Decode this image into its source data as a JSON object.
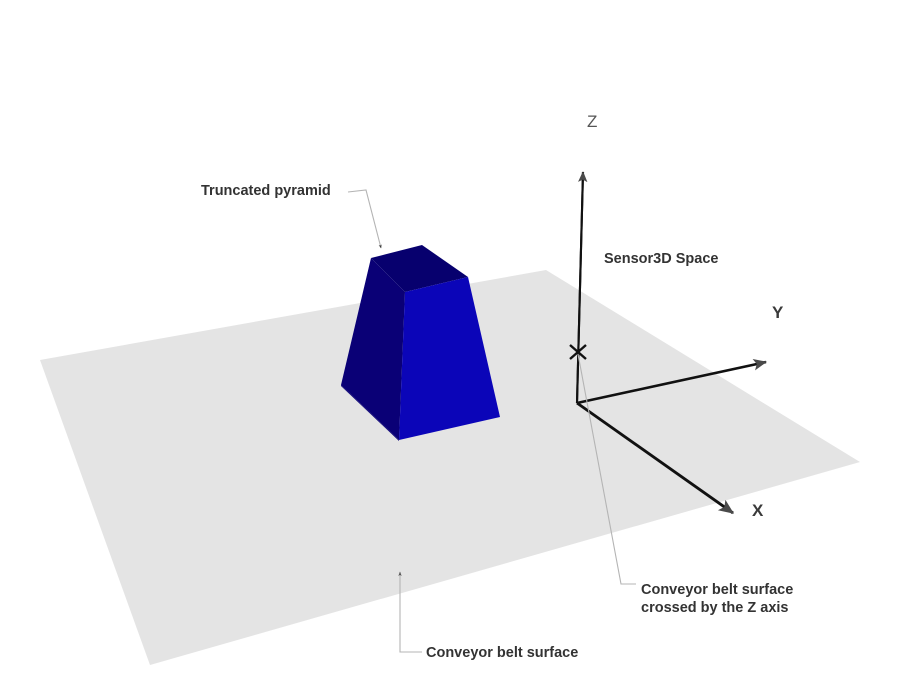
{
  "diagram": {
    "title": "Sensor3D Space",
    "background_color": "#ffffff",
    "space_label": "Sensor3D Space",
    "axes": [
      {
        "name": "z-axis",
        "label": "Z",
        "bold": false
      },
      {
        "name": "y-axis",
        "label": "Y",
        "bold": true
      },
      {
        "name": "x-axis",
        "label": "X",
        "bold": true
      }
    ],
    "callouts": [
      {
        "name": "truncated-pyramid",
        "text": "Truncated pyramid",
        "lines": [
          "Truncated pyramid"
        ]
      },
      {
        "name": "conveyor-belt-surface-z",
        "text": "Conveyor belt surface crossed by the Z axis",
        "lines": [
          "Conveyor belt surface",
          "crossed by the Z axis"
        ]
      },
      {
        "name": "conveyor-belt-surface",
        "text": "Conveyor belt surface",
        "lines": [
          "Conveyor belt surface"
        ]
      }
    ],
    "objects": {
      "conveyor_belt": {
        "name": "conveyor belt surface",
        "color": "#e4e4e4"
      },
      "pyramid": {
        "name": "Truncated pyramid",
        "top_face_color": "#07006e",
        "left_face_color": "#0a0076",
        "front_face_color": "#0b05b8"
      }
    },
    "colors": {
      "axis": "#111111",
      "arrow_head": "#4a4a4a",
      "leader": "#b0b0b0",
      "text": "#333333",
      "plane": "#e4e4e4",
      "pyramid_light": "#0b05b8",
      "pyramid_dark": "#0a0076",
      "pyramid_top": "#07006e"
    }
  }
}
